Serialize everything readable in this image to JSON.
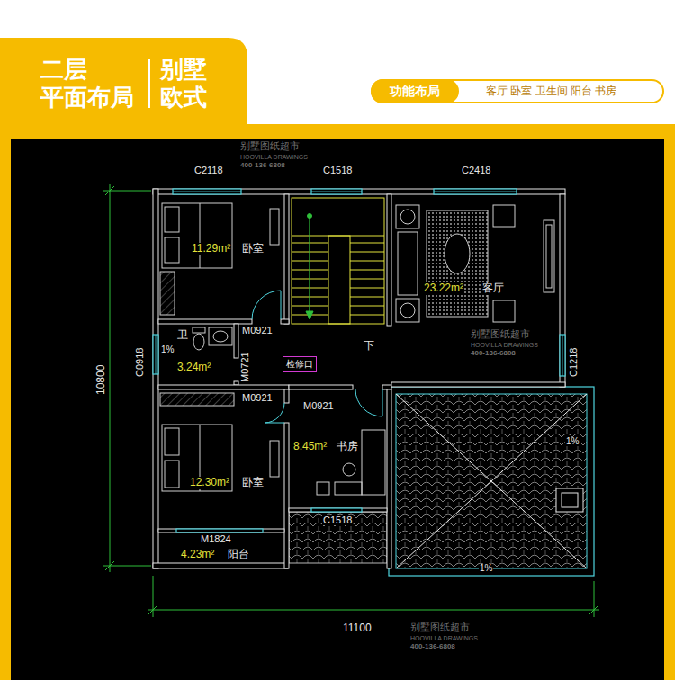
{
  "diagram": {
    "nodes": [
      {
        "text": [
          "二层 平面布局",
          "别墅 欧式"
        ]
      },
      {
        "text": [
          "客厅 卧室 卫生间 阳台 书房"
        ]
      },
      {
        "text": [
          "功能布局"
        ],
        "in": 1
      },
      {
        "text": [
          "11.29m²",
          "卧室"
        ]
      },
      {
        "text": [
          "23.22m²",
          "客厅"
        ]
      },
      {
        "text": [
          "卫",
          "3.24m²"
        ]
      },
      {
        "text": [
          "检修口"
        ]
      },
      {
        "text": [
          "8.45m²",
          "书房"
        ]
      },
      {
        "text": [
          "12.30m²",
          "卧室"
        ]
      },
      {
        "text": [
          "4.23m²",
          "阳台"
        ]
      }
    ],
    "labels": [
      "C2118",
      "C1518",
      "C2418",
      "M0921",
      "C0918",
      "1%",
      "M0721",
      "C1218",
      "M0921",
      "下",
      "M0921",
      "1%",
      "C1518",
      "M1824",
      "1%",
      "10800",
      "11100",
      "别墅图纸超市",
      "HOOVILLA DRAWINGS",
      "400-136-6808",
      "别墅图纸超市",
      "HOOVILLA DRAWINGS",
      "400-136-6808",
      "别墅图纸超市",
      "HOOVILLA DRAWINGS",
      "400-136-6808"
    ]
  }
}
